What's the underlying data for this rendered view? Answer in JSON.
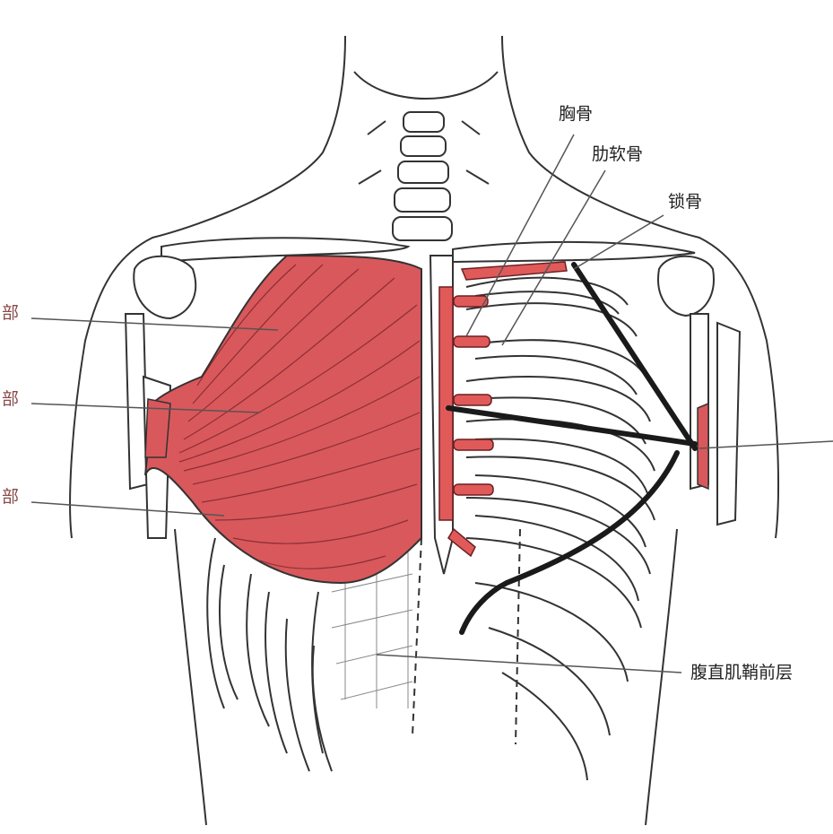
{
  "colors": {
    "muscle": "#d9585c",
    "muscle_dark": "#6b1f22",
    "cartilage": "#e05a5a",
    "outline": "#333333",
    "leader": "#555555",
    "thick_line": "#1a1a1a",
    "background": "#ffffff"
  },
  "labels": {
    "sternum": "胸骨",
    "costal_cartilage": "肋软骨",
    "clavicle": "锁骨",
    "rectus_sheath_anterior": "腹直肌鞘前层",
    "left_upper": "部",
    "left_middle": "部",
    "left_lower": "部"
  }
}
